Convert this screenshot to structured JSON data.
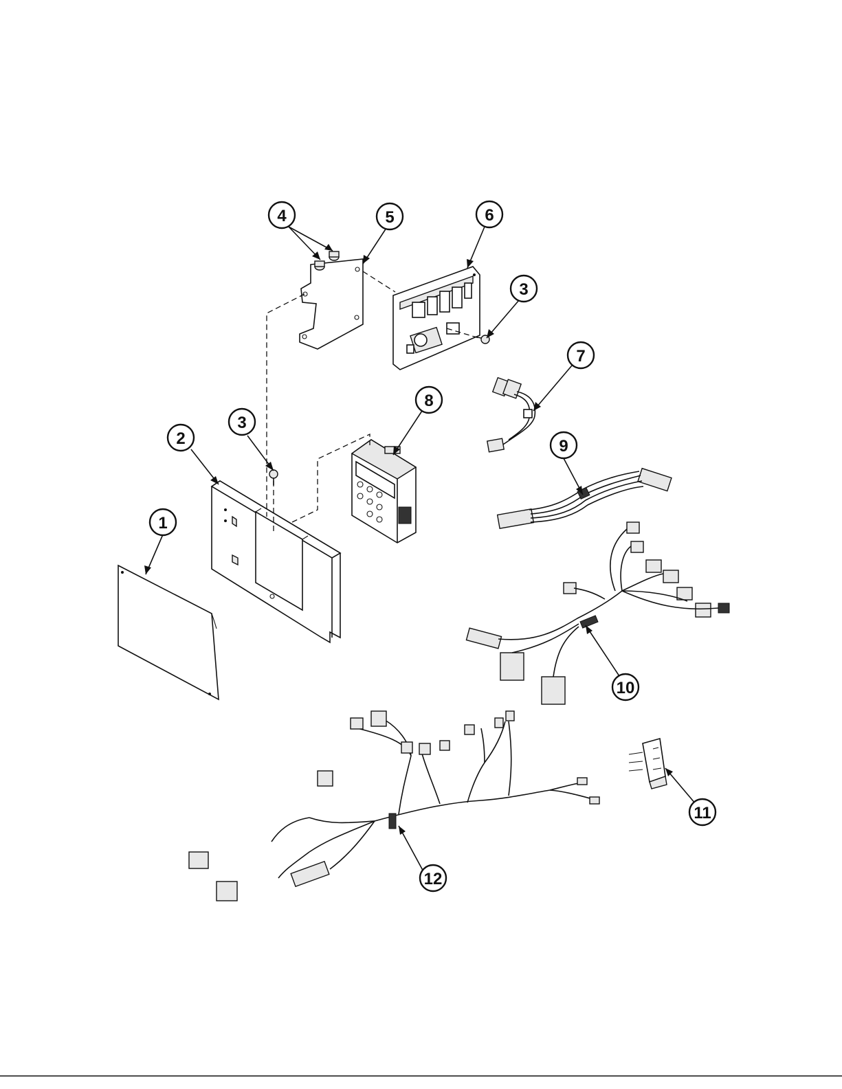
{
  "callouts": [
    {
      "label": "1"
    },
    {
      "label": "2"
    },
    {
      "label": "3"
    },
    {
      "label": "3"
    },
    {
      "label": "4"
    },
    {
      "label": "5"
    },
    {
      "label": "6"
    },
    {
      "label": "7"
    },
    {
      "label": "8"
    },
    {
      "label": "9"
    },
    {
      "label": "10"
    },
    {
      "label": "11"
    },
    {
      "label": "12"
    }
  ]
}
